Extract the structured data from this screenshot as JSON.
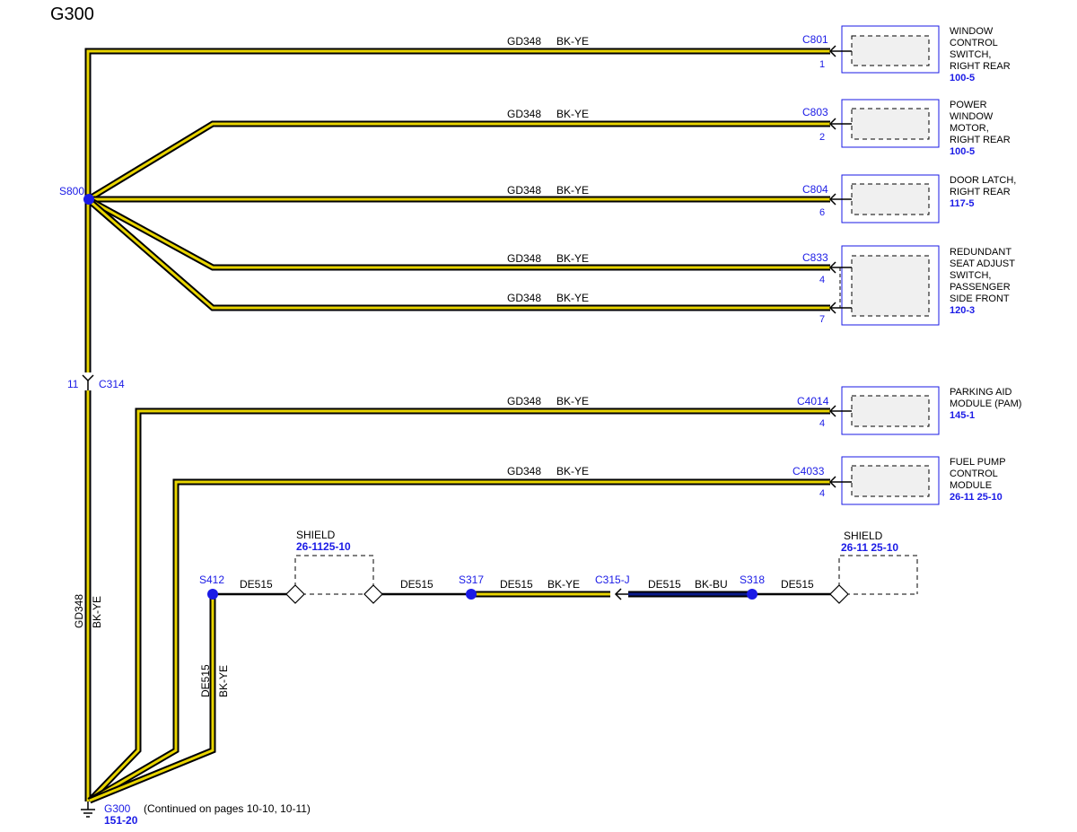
{
  "page_title": "G300",
  "splice_main": "S800",
  "wire_circuit": "GD348",
  "wire_color": "BK-YE",
  "connectors": [
    {
      "id": "C801",
      "pin": "1",
      "lines": [
        "WINDOW",
        "CONTROL",
        "SWITCH,",
        "RIGHT REAR"
      ],
      "ref": "100-5"
    },
    {
      "id": "C803",
      "pin": "2",
      "lines": [
        "POWER",
        "WINDOW",
        "MOTOR,",
        "RIGHT REAR"
      ],
      "ref": "100-5"
    },
    {
      "id": "C804",
      "pin": "6",
      "lines": [
        "DOOR LATCH,",
        "RIGHT REAR"
      ],
      "ref": "117-5"
    },
    {
      "id": "C833",
      "pin": "4",
      "pin2": "7",
      "lines": [
        "REDUNDANT",
        "SEAT ADJUST",
        "SWITCH,",
        "PASSENGER",
        "SIDE FRONT"
      ],
      "ref": "120-3"
    },
    {
      "id": "C4014",
      "pin": "4",
      "lines": [
        "PARKING AID",
        "MODULE (PAM)"
      ],
      "ref": "145-1"
    },
    {
      "id": "C4033",
      "pin": "4",
      "lines": [
        "FUEL PUMP",
        "CONTROL",
        "MODULE"
      ],
      "ref": "26-11 25-10"
    }
  ],
  "inline_connector": {
    "id": "C314",
    "pin": "11"
  },
  "left_wire": {
    "circuit": "GD348",
    "color": "BK-YE"
  },
  "shield_circuit": {
    "circuit": "DE515",
    "splices": [
      "S412",
      "S317",
      "S318"
    ],
    "connector": "C315-J",
    "color_yellow": "BK-YE",
    "color_blue": "BK-BU",
    "shield_label": "SHIELD",
    "shield1_ref": "26-1125-10",
    "shield2_ref": "26-11 25-10",
    "vertical_circuit": "DE515",
    "vertical_color": "BK-YE"
  },
  "ground": {
    "id": "G300",
    "ref": "151-20",
    "note": "(Continued on pages 10-10, 10-11)"
  },
  "colors": {
    "link_blue": "#1a1ae6",
    "wire_yellow": "#e8d400",
    "wire_blue": "#0a1a8a",
    "box_fill": "#f0f0f0"
  }
}
